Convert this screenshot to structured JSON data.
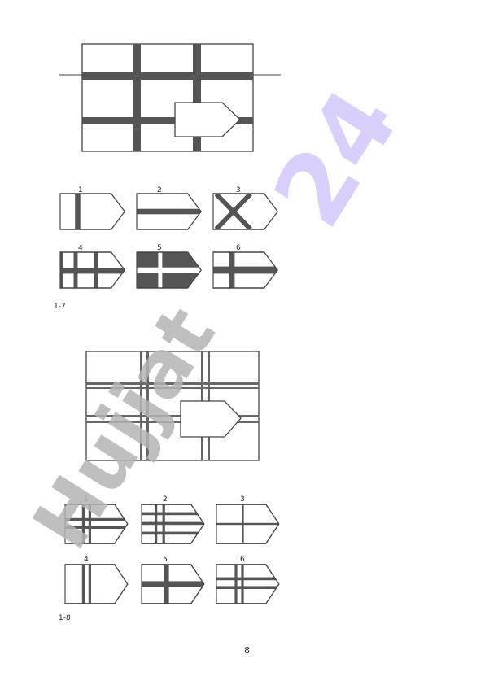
{
  "problem1": {
    "label": "1-7",
    "options": [
      "1",
      "2",
      "3",
      "4",
      "5",
      "6"
    ]
  },
  "problem2": {
    "label": "1-8",
    "options": [
      "1",
      "2",
      "3",
      "4",
      "5",
      "6"
    ]
  },
  "page_number": "8",
  "watermark": {
    "part1": "Hujjat",
    "part2": "24",
    "color_grey": "#b4b4b4",
    "color_purple": "#d6cafb"
  },
  "colors": {
    "ink": "#555555",
    "outline": "#444444"
  }
}
